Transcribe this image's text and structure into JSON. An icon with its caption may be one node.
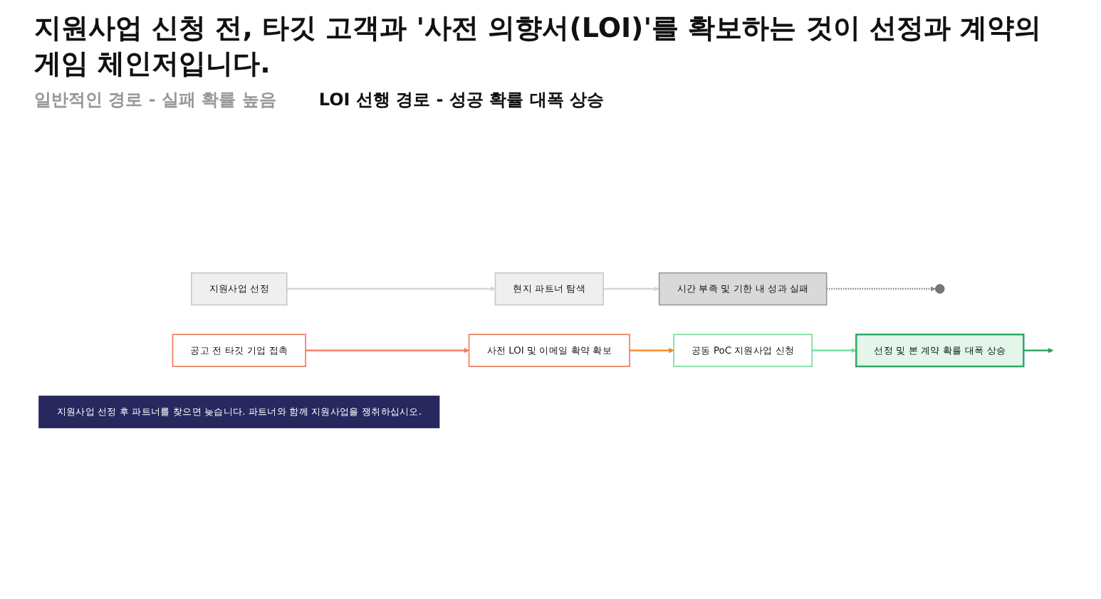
{
  "diagram": {
    "title": "지원사업 신청 전, 타깃 고객과 '사전 의향서(LOI)'를 확보하는 것이 선정과 계약의 게임 체인저입니다.",
    "nodes": [
      {
        "text": [
          "지원사업 선정"
        ]
      },
      {
        "text": [
          "현지 파트너 탐색"
        ]
      },
      {
        "text": [
          "시간 부족 및 기한 내 성과 실패"
        ]
      },
      {
        "text": [],
        "shape": "circle"
      },
      {
        "text": [
          "공고 전 타깃 기업 접촉"
        ]
      },
      {
        "text": [
          "사전 LOI 및 이메일 확약 확보"
        ]
      },
      {
        "text": [
          "공동 PoC 지원사업 신청"
        ]
      },
      {
        "text": [
          "선정 및 본 계약 확률 대폭 상승"
        ]
      },
      {
        "text": [
          "지원사업 선정 후 파트너를 찾으면 늦습니다. 파트너와 함께 지원사업을 쟁취하십시오."
        ]
      }
    ],
    "edges": [
      {
        "from": 0,
        "to": 1,
        "arrow": "to",
        "color": "#d6d6d6"
      },
      {
        "from": 1,
        "to": 2,
        "arrow": "to",
        "color": "#d6d6d6"
      },
      {
        "from": 2,
        "to": 3,
        "arrow": "to",
        "style": "dashed",
        "color": "#888888"
      },
      {
        "from": 4,
        "to": 5,
        "arrow": "to",
        "color": "#f2785c"
      },
      {
        "from": 5,
        "to": 6,
        "arrow": "to",
        "color": "#f5841f"
      },
      {
        "from": 6,
        "to": 7,
        "arrow": "to",
        "color": "#6fdc9c"
      },
      {
        "from": 7,
        "to": null,
        "arrow": "to",
        "color": "#1e9e55"
      }
    ],
    "labels": [
      "일반적인 경로 - 실패 확률 높음",
      "LOI 선행 경로 - 성공 확률 대폭 상승"
    ]
  }
}
